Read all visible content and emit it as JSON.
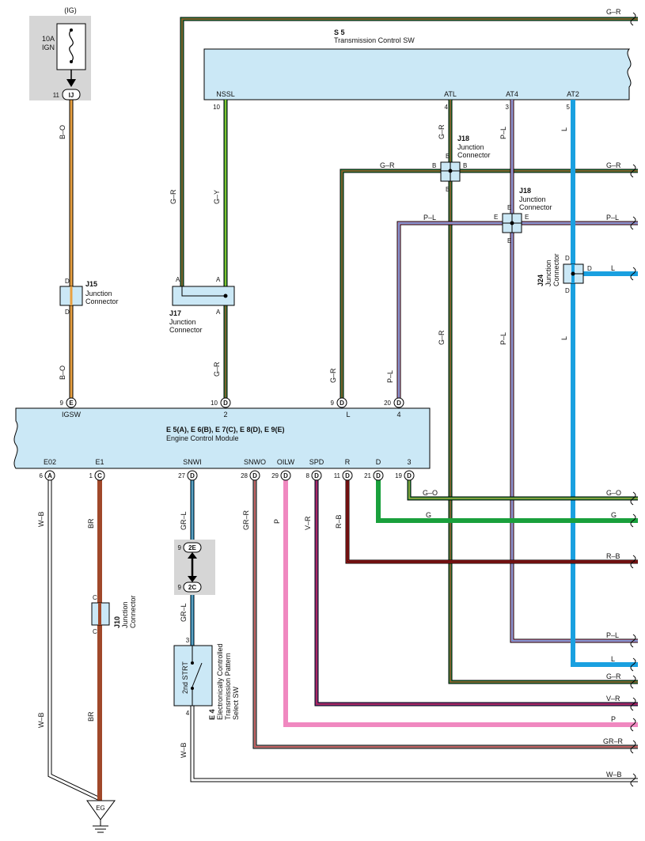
{
  "ig_block": {
    "header": "(IG)",
    "fuse_amp": "10A",
    "fuse_name": "IGN",
    "pin": "11",
    "conn": "IJ"
  },
  "s5": {
    "id": "S 5",
    "name": "Transmission Control SW",
    "pins": [
      {
        "label": "NSSL",
        "num": "10"
      },
      {
        "label": "ATL",
        "num": "4"
      },
      {
        "label": "AT4",
        "num": "3"
      },
      {
        "label": "AT2",
        "num": "5"
      }
    ]
  },
  "ecm": {
    "title": "E 5(A), E 6(B), E 7(C), E 8(D), E 9(E)",
    "subtitle": "Engine Control Module",
    "top_pins": [
      {
        "label": "IGSW",
        "num": "9",
        "conn": "E"
      },
      {
        "label": "2",
        "num": "10",
        "conn": "D"
      },
      {
        "label": "L",
        "num": "9",
        "conn": "D"
      },
      {
        "label": "4",
        "num": "20",
        "conn": "D"
      }
    ],
    "bottom_pins": [
      {
        "label": "E02",
        "num": "6",
        "conn": "A"
      },
      {
        "label": "E1",
        "num": "1",
        "conn": "C"
      },
      {
        "label": "SNWI",
        "num": "27",
        "conn": "D"
      },
      {
        "label": "SNWO",
        "num": "28",
        "conn": "D"
      },
      {
        "label": "OILW",
        "num": "29",
        "conn": "D"
      },
      {
        "label": "SPD",
        "num": "8",
        "conn": "D"
      },
      {
        "label": "R",
        "num": "11",
        "conn": "D"
      },
      {
        "label": "D",
        "num": "21",
        "conn": "D"
      },
      {
        "label": "3",
        "num": "19",
        "conn": "D"
      }
    ]
  },
  "junctions": {
    "j15": {
      "id": "J15",
      "name1": "Junction",
      "name2": "Connector",
      "pin": "D"
    },
    "j17": {
      "id": "J17",
      "name1": "Junction",
      "name2": "Connector",
      "pin": "A"
    },
    "j18": {
      "id": "J18",
      "name1": "Junction",
      "name2": "Connector",
      "pin_b": "B",
      "pin_e": "E"
    },
    "j24": {
      "id": "J24",
      "name1": "Junction",
      "name2": "Connector",
      "pin": "D"
    },
    "j10": {
      "id": "J10",
      "name1": "Junction",
      "name2": "Connector",
      "pin": "C"
    }
  },
  "relay": {
    "pin_top": "9",
    "conn_top": "2E",
    "pin_bottom": "9",
    "conn_bottom": "2C"
  },
  "e4": {
    "id": "E 4",
    "line1": "Electronically Controlled",
    "line2": "Transmission Pattern",
    "line3": "Select SW",
    "switch_label": "2nd STRT",
    "pin_top": "3",
    "pin_bottom": "4"
  },
  "ground": "EG",
  "wire_colors": {
    "b_o": "B–O",
    "g_r": "G–R",
    "g_y": "G–Y",
    "p_l": "P–L",
    "l": "L",
    "w_b": "W–B",
    "br": "BR",
    "gr_l": "GR–L",
    "gr_r": "GR–R",
    "p": "P",
    "v_r": "V–R",
    "r_b": "R–B",
    "g": "G",
    "g_o": "G–O"
  },
  "colors": {
    "panel": "#cbe8f6",
    "ig_bg": "#d6d6d6",
    "orange": "#e8a040",
    "green": "#1aa03c",
    "blue": "#1aa0e0",
    "pink": "#f088c0",
    "brown": "#a0482a",
    "red": "#e02020",
    "violet": "#7030a0",
    "yellow": "#e8e020",
    "gray": "#a0a0a0"
  }
}
